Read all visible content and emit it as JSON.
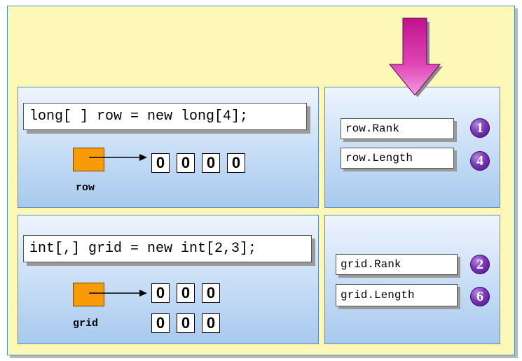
{
  "row_example": {
    "code": "long[ ] row = new long[4];",
    "variable": "row",
    "cells": [
      "0",
      "0",
      "0",
      "0"
    ],
    "properties": [
      {
        "label": "row.Rank",
        "value": "1"
      },
      {
        "label": "row.Length",
        "value": "4"
      }
    ]
  },
  "grid_example": {
    "code": "int[,] grid = new int[2,3];",
    "variable": "grid",
    "rows": [
      [
        "0",
        "0",
        "0"
      ],
      [
        "0",
        "0",
        "0"
      ]
    ],
    "properties": [
      {
        "label": "grid.Rank",
        "value": "2"
      },
      {
        "label": "grid.Length",
        "value": "6"
      }
    ]
  },
  "colors": {
    "background": "#fdf8b6",
    "panel_border": "#5b89c5",
    "reference_box": "#f99b06",
    "badge": "#7b38b8",
    "down_arrow": "#d21da3"
  },
  "icons": [
    "down-arrow-icon",
    "pointer-arrow-icon"
  ]
}
